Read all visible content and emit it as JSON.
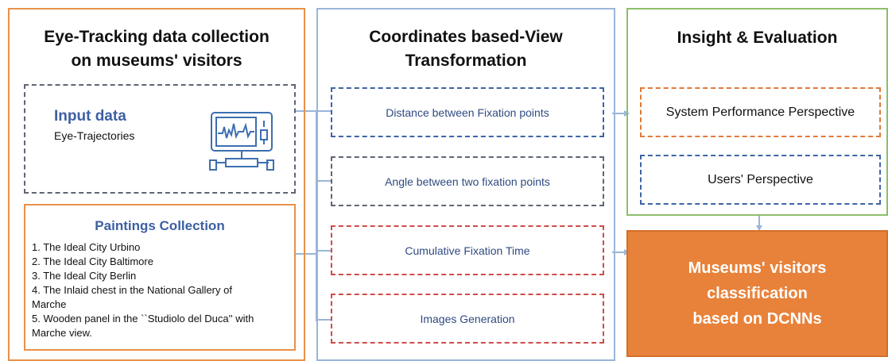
{
  "columns": {
    "collection": {
      "title_line1": "Eye-Tracking data collection",
      "title_line2": "on museums' visitors"
    },
    "transformation": {
      "title_line1": "Coordinates based-View",
      "title_line2": "Transformation"
    },
    "evaluation": {
      "title": "Insight & Evaluation"
    }
  },
  "input_data": {
    "title": "Input data",
    "subtitle": "Eye-Trajectories",
    "icon": "eye-tracker-monitor-icon"
  },
  "paintings": {
    "title": "Paintings Collection",
    "items": [
      "1. The Ideal City Urbino",
      "2. The Ideal City Baltimore",
      "3. The Ideal City Berlin",
      "4. The Inlaid chest in the National Gallery of",
      "Marche",
      "5. Wooden panel in the ``Studiolo del Duca'' with",
      "Marche view."
    ]
  },
  "steps": [
    "Distance between Fixation points",
    "Angle between two fixation points",
    "Cumulative Fixation Time",
    "Images Generation"
  ],
  "perspectives": [
    "System Performance Perspective",
    "Users' Perspective"
  ],
  "final": {
    "line1": "Museums' visitors",
    "line2": "classification",
    "line3": "based on DCNNs"
  },
  "colors": {
    "orange": "#e8914a",
    "blue": "#9ab6d8",
    "green": "#8dbf6a",
    "final_fill": "#e8823a",
    "title_blue": "#3d5fa3"
  }
}
